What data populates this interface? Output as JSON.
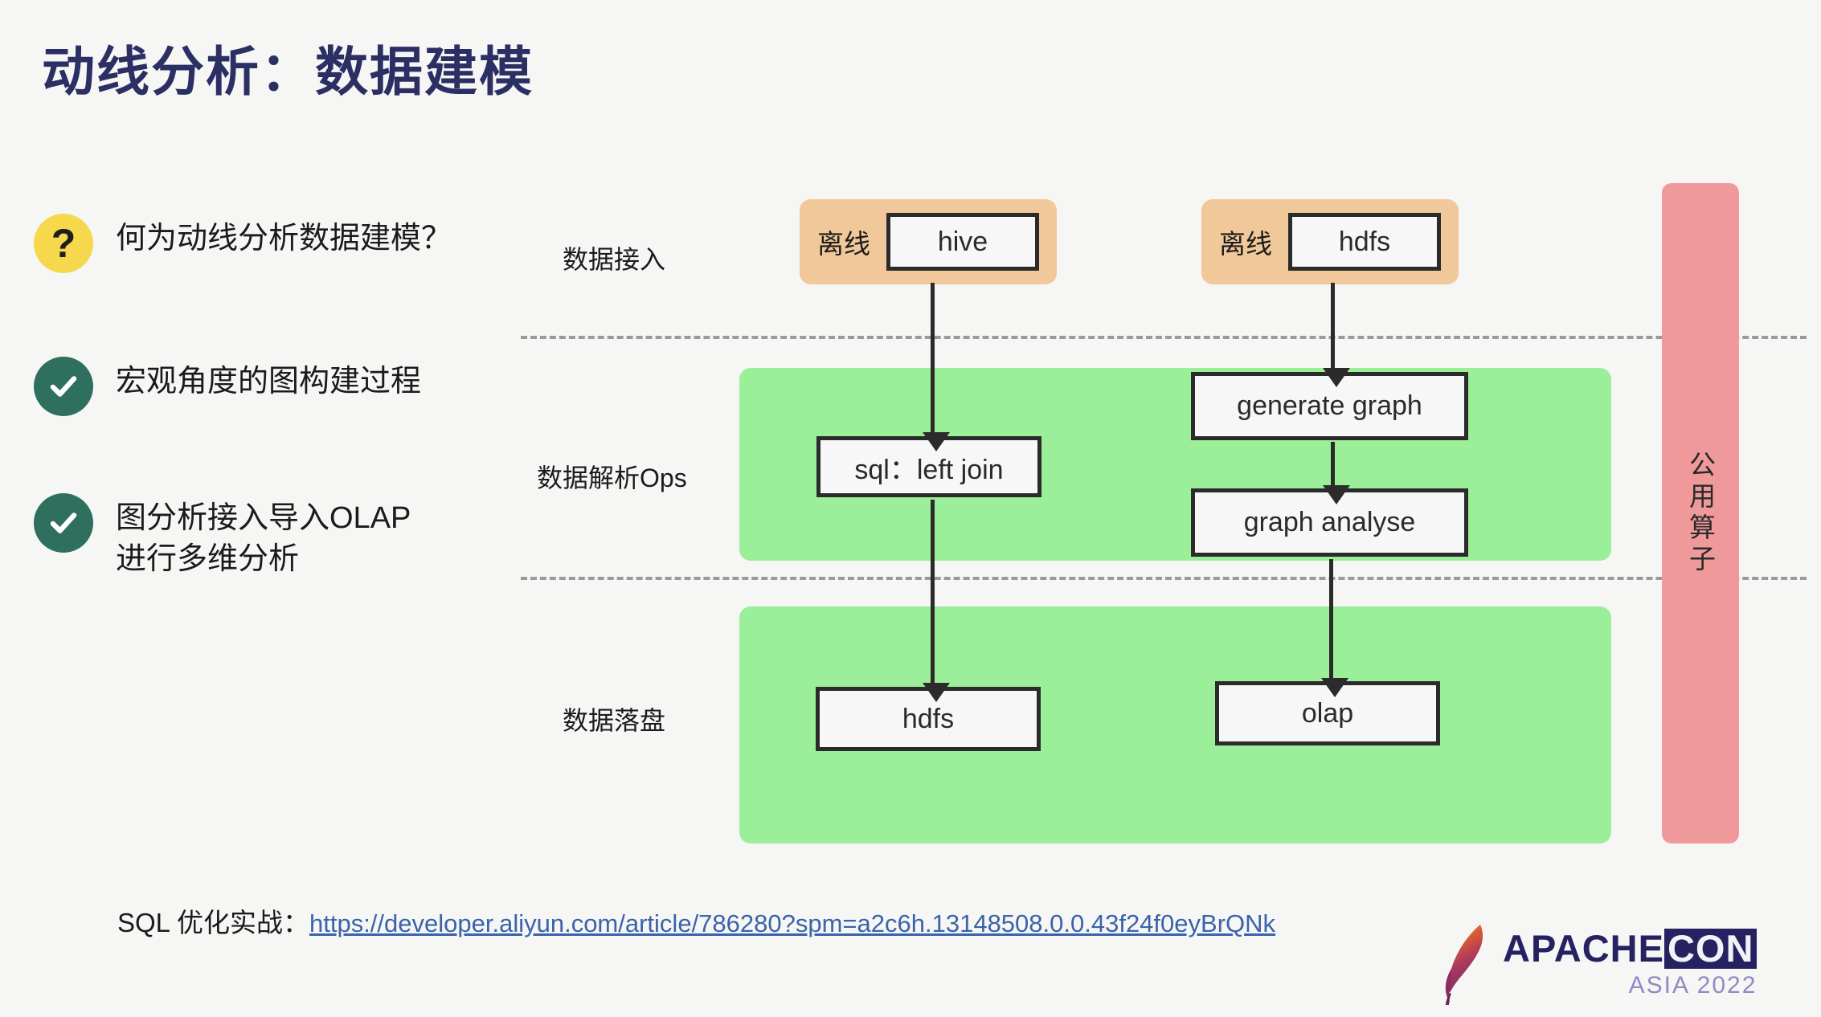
{
  "slide": {
    "title": "动线分析：数据建模",
    "background_color": "#f6f6f4",
    "title_color": "#2b2f63"
  },
  "bullets": [
    {
      "badge": "question-badge",
      "glyph": "?",
      "badge_color": "#f5d84b",
      "text": "何为动线分析数据建模？"
    },
    {
      "badge": "check-badge",
      "glyph": "✓",
      "badge_color": "#2f6f5e",
      "text": "宏观角度的图构建过程"
    },
    {
      "badge": "check-badge",
      "glyph": "✓",
      "badge_color": "#2f6f5e",
      "text": "图分析接入导入OLAP\n进行多维分析"
    }
  ],
  "diagram": {
    "row_labels": [
      "数据接入",
      "数据解析Ops",
      "数据落盘"
    ],
    "intake_groups": [
      {
        "label": "离线",
        "node": "hive",
        "group_color": "#f1c89a"
      },
      {
        "label": "离线",
        "node": "hdfs",
        "group_color": "#f1c89a"
      }
    ],
    "bands": [
      {
        "name": "parse-band",
        "color": "#9bef98"
      },
      {
        "name": "landing-band",
        "color": "#9bef98"
      }
    ],
    "nodes": [
      {
        "id": "sql",
        "label": "sql：left join"
      },
      {
        "id": "generate_graph",
        "label": "generate graph"
      },
      {
        "id": "graph_analyse",
        "label": "graph analyse"
      },
      {
        "id": "hdfs_out",
        "label": "hdfs"
      },
      {
        "id": "olap",
        "label": "olap"
      }
    ],
    "edges": [
      {
        "from": "hive",
        "to": "sql"
      },
      {
        "from": "hdfs",
        "to": "generate_graph"
      },
      {
        "from": "generate_graph",
        "to": "graph_analyse"
      },
      {
        "from": "sql",
        "to": "hdfs_out"
      },
      {
        "from": "graph_analyse",
        "to": "olap"
      }
    ],
    "side_column": {
      "label": "公用算子",
      "color": "#f0999b"
    }
  },
  "footer": {
    "label": "SQL 优化实战：",
    "link": "https://developer.aliyun.com/article/786280?spm=a2c6h.13148508.0.0.43f24f0eyBrQNk",
    "link_color": "#3a63ab"
  },
  "logo": {
    "apache": "APACHE",
    "con": "CON",
    "subtitle": "ASIA 2022",
    "brand_color": "#262262",
    "subtitle_color": "#8f8bc4"
  }
}
